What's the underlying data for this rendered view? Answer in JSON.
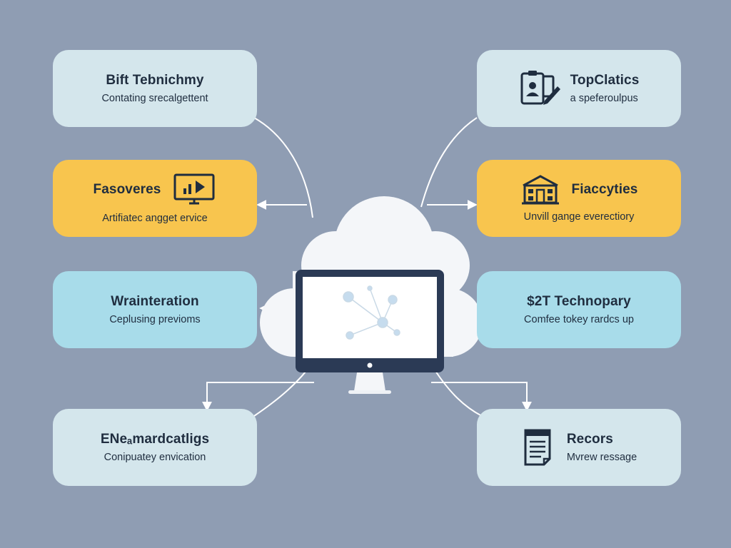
{
  "colors": {
    "background": "#8f9db3",
    "card_pale": "#d4e6ec",
    "card_cyan": "#a8dcea",
    "card_yellow": "#f8c54e",
    "ink": "#1f2d3f",
    "cloud": "#f4f6f9",
    "monitor_frame": "#2b3a55"
  },
  "cards": {
    "top_left": {
      "title": "Bift Tebnichmy",
      "subtitle": "Contating srecalgettent"
    },
    "mid_left": {
      "title": "Fasoveres",
      "subtitle": "Artifiatec angget ervice",
      "icon": "monitor-chart-icon"
    },
    "lower_left": {
      "title": "Wrainteration",
      "subtitle": "Ceplusing previoms"
    },
    "bottom_left": {
      "title": "ENeₐmardcatligs",
      "subtitle": "Conipuatey envication"
    },
    "top_right": {
      "title": "TopClatics",
      "subtitle": "a speferoulpus",
      "icon": "id-badge-pencil-icon"
    },
    "mid_right": {
      "title": "Fiaccyties",
      "subtitle": "Unvill gange everectiory",
      "icon": "building-icon"
    },
    "lower_right": {
      "title": "$2T Technopary",
      "subtitle": "Comfee tokey rardcs up"
    },
    "bottom_right": {
      "title": "Recors",
      "subtitle": "Mvrew ressage",
      "icon": "document-icon"
    }
  },
  "hub": {
    "icon": "cloud-monitor-icon"
  }
}
